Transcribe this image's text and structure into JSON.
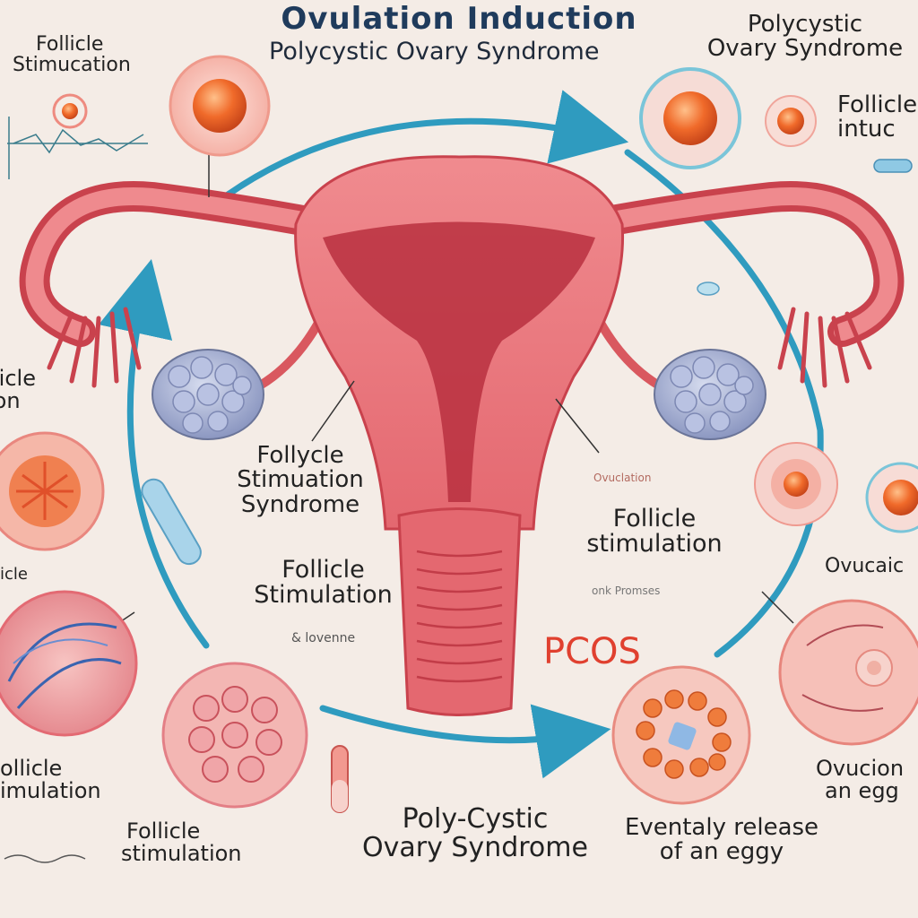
{
  "header": {
    "title": "Ovulation Induction",
    "subtitle": "Polycystic Ovary Syndrome"
  },
  "labels": {
    "top_left": [
      "Follicle",
      "Stimucation"
    ],
    "top_right": [
      "Polycystic",
      "Ovary Syndrome"
    ],
    "right_upper": [
      "Follicle",
      "intuc"
    ],
    "left_mid": [
      "licle",
      "ion"
    ],
    "center_left": [
      "Follycle",
      "Stimuation",
      "Syndrome"
    ],
    "center_right": [
      "Follicle",
      "stimulation"
    ],
    "center_left_lower": [
      "Follicle",
      "Stimulation"
    ],
    "left_lower_cut": "icle",
    "ampersand_note": "& lovenne",
    "pcos": "PCOS",
    "right_mid": "Ovucaic",
    "small_script_1": "Ovuclation",
    "small_script_2": "onk Promses",
    "bottom_left": [
      "Follicle",
      "stimulation"
    ],
    "bottom_left_cut": [
      "ollicle",
      "imulation"
    ],
    "bottom_center": [
      "Poly-Cystic",
      "Ovary Syndrome"
    ],
    "bottom_right_center": [
      "Eventaly release",
      "of an eggy"
    ],
    "bottom_right": [
      "Ovucion",
      "an egg"
    ]
  },
  "colors": {
    "background": "#f4ece6",
    "cycle_arrow": "#2f9bbf",
    "uterus": "#e8737a",
    "uterus_dark": "#c9424d",
    "ovary": "#9aa6cf",
    "follicle": "#f06a2a",
    "pcos_text": "#e0402f"
  }
}
